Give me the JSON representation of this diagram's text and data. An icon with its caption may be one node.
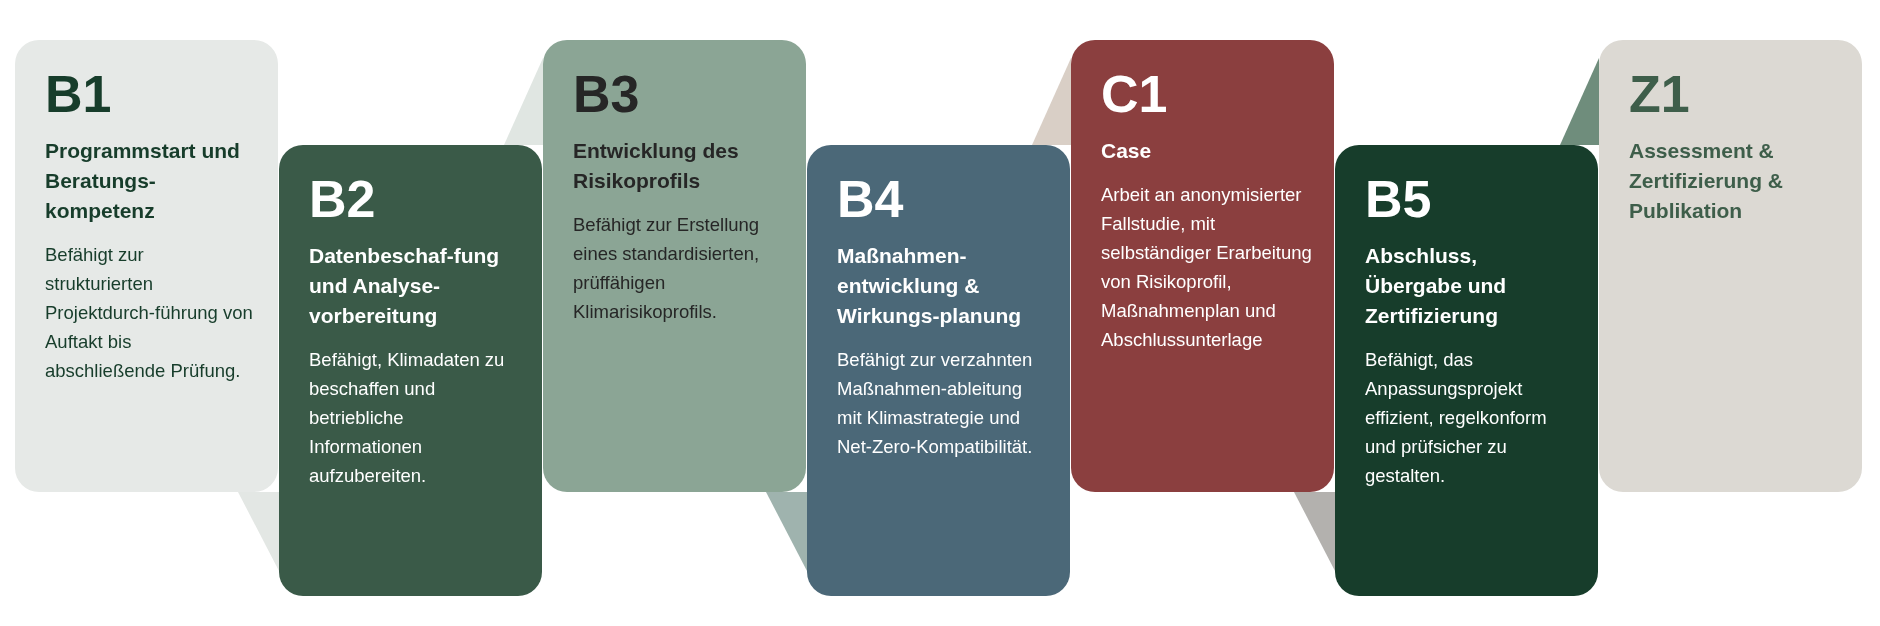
{
  "diagram": {
    "nodes": [
      {
        "text": [
          "B1",
          "Programmstart und Beratungs-kompetenz",
          "Befähigt zur strukturierten Projektdurch-führung von Auftakt bis abschließende Prüfung."
        ]
      },
      {
        "text": [
          "B2",
          "Datenbeschaf-fung und Analyse-vorbereitung",
          "Befähigt, Klimadaten zu beschaffen und betriebliche Informationen aufzubereiten."
        ]
      },
      {
        "text": [
          "B3",
          "Entwicklung des Risikoprofils",
          "Befähigt zur Erstellung eines standardisierten, prüffähigen Klimarisikoprofils."
        ]
      },
      {
        "text": [
          "B4",
          "Maßnahmen-entwicklung & Wirkungs-planung",
          "Befähigt zur verzahnten Maßnahmen-ableitung mit Klimastrategie und Net-Zero-Kompatibilität."
        ]
      },
      {
        "text": [
          "C1",
          "Case",
          "Arbeit an anonymisierter Fallstudie, mit selbständiger Erarbeitung von Risikoprofil, Maßnahmenplan und Abschlussunterlage"
        ]
      },
      {
        "text": [
          "B5",
          "Abschluss, Übergabe und Zertifizierung",
          "Befähigt, das Anpassungsprojekt effizient, regelkonform und prüfsicher zu gestalten."
        ]
      },
      {
        "text": [
          "Z1",
          "Assessment & Zertifizierung & Publikation"
        ]
      }
    ],
    "edges": [
      {
        "from": 0,
        "to": 1,
        "arrow": "none",
        "color": "#e3e7e4"
      },
      {
        "from": 1,
        "to": 2,
        "arrow": "none",
        "color": "#e0e6e2"
      },
      {
        "from": 2,
        "to": 3,
        "arrow": "none",
        "color": "#9fb3ae"
      },
      {
        "from": 3,
        "to": 4,
        "arrow": "none",
        "color": "#d9cfc6"
      },
      {
        "from": 4,
        "to": 5,
        "arrow": "none",
        "color": "#b3b1ae"
      },
      {
        "from": 5,
        "to": 6,
        "arrow": "none",
        "color": "#6f8d7c"
      }
    ]
  }
}
